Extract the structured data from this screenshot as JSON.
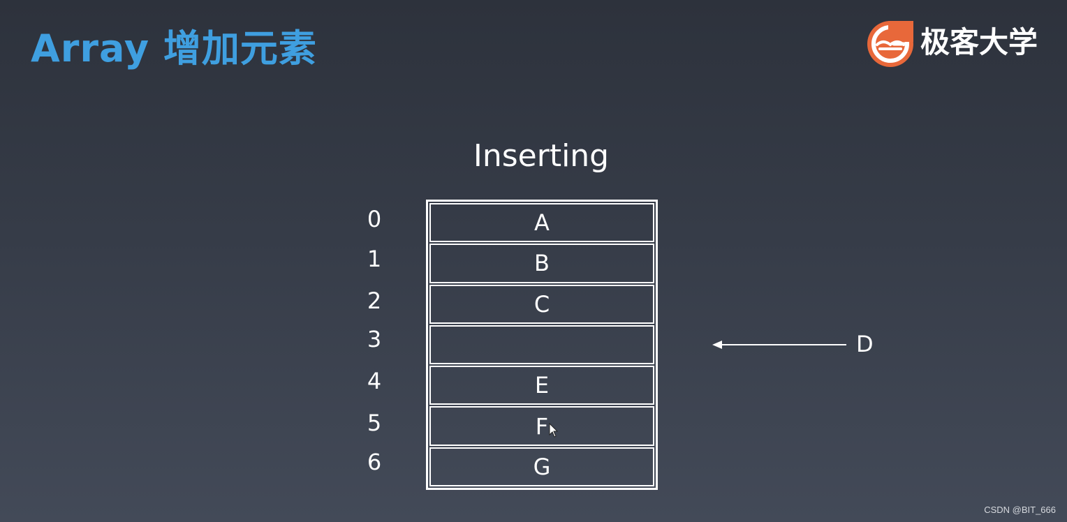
{
  "slide": {
    "title": "Array 增加元素"
  },
  "brand": {
    "name": "极客大学",
    "accent": "#e8683a"
  },
  "diagram": {
    "heading": "Inserting",
    "indices": [
      "0",
      "1",
      "2",
      "3",
      "4",
      "5",
      "6"
    ],
    "cells": [
      "A",
      "B",
      "C",
      "",
      "E",
      "F",
      "G"
    ],
    "insert_label": "D",
    "insert_at_index": 3
  },
  "watermark": "CSDN @BIT_666",
  "colors": {
    "title": "#3f9fe0",
    "background": "#363c48",
    "line": "#ffffff"
  }
}
